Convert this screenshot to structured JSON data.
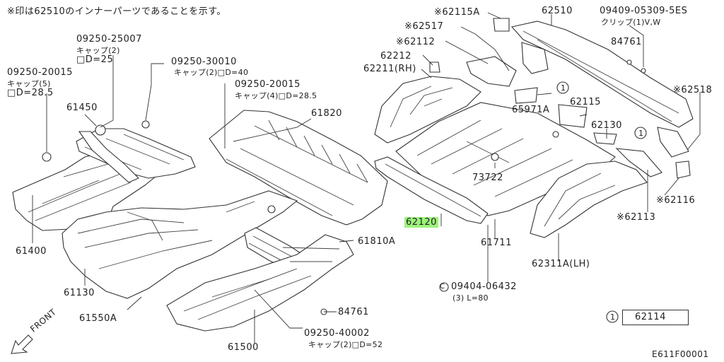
{
  "header_note": "※印は62510のインナーパーツであることを示す。",
  "diagram_code": "E611F00001",
  "front_label": "FRONT",
  "parts": {
    "p09250_25007": {
      "code": "09250-25007",
      "sub1": "キャップ(2)",
      "sub2": "□D=25"
    },
    "p09250_30010": {
      "code": "09250-30010",
      "sub1": "キャップ(2)□D=40"
    },
    "p09250_20015a": {
      "code": "09250-20015",
      "sub1": "キャップ(5)",
      "sub2": "□D=28.5"
    },
    "p09250_20015b": {
      "code": "09250-20015",
      "sub1": "キャップ(4)□D=28.5"
    },
    "p61450": "61450",
    "p61820": "61820",
    "p61400": "61400",
    "p61130": "61130",
    "p61810A": "61810A",
    "p61550A": "61550A",
    "p61500": "61500",
    "p84761a": "84761",
    "p84761b": "84761",
    "p09250_40002": {
      "code": "09250-40002",
      "sub1": "キャップ(2)□D=52"
    },
    "p62115A": "※62115A",
    "p62510": "62510",
    "p09409_05309": {
      "code": "09409-05309-5ES",
      "sub1": "クリップ(1)V,W"
    },
    "p62517": "※62517",
    "p62112": "※62112",
    "p62212": "62212",
    "p62211": "62211(RH)",
    "p62518": "※62518",
    "p62115": "62115",
    "p65971A": "65971A",
    "p62130": "62130",
    "p73722": "73722",
    "p62120": "62120",
    "p61711": "61711",
    "p62116": "※62116",
    "p62113": "※62113",
    "p62311A": "62311A(LH)",
    "p09404_06432": {
      "code": "09404-06432",
      "sub1": "(3) L=80"
    },
    "legend_part": "62114"
  },
  "marker": "1",
  "highlight_color": "#9cf37c"
}
